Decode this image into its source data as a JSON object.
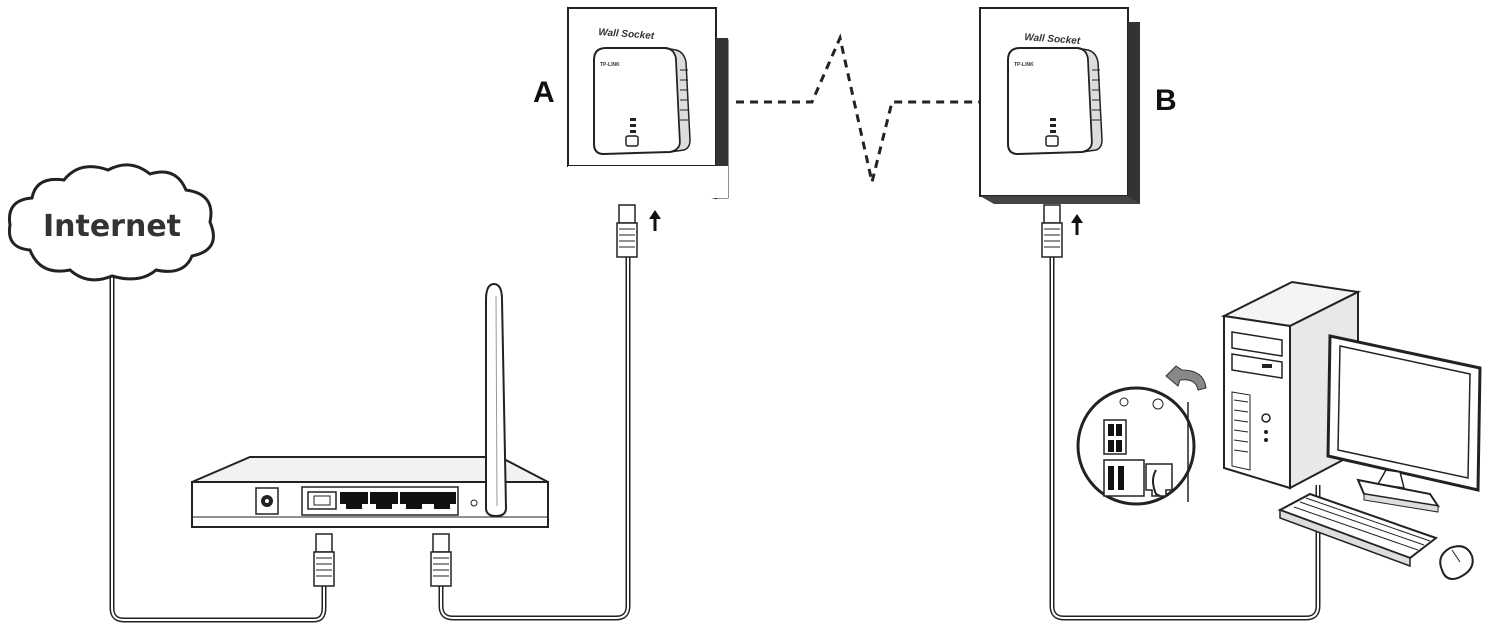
{
  "internet": {
    "label": "Internet"
  },
  "adapter_a": {
    "letter": "A",
    "wall_label": "Wall Socket",
    "brand": "TP-LINK"
  },
  "adapter_b": {
    "letter": "B",
    "wall_label": "Wall Socket",
    "brand": "TP-LINK"
  },
  "colors": {
    "line": "#222222",
    "wall": "#f4f4f4",
    "device": "#ffffff",
    "cloud": "#ffffff"
  },
  "icons": [
    "cloud-icon",
    "router-icon",
    "antenna-icon",
    "powerline-adapter-icon",
    "ethernet-plug-icon",
    "arrow-up-icon",
    "computer-tower-icon",
    "monitor-icon",
    "keyboard-icon",
    "mouse-icon",
    "port-zoom-icon",
    "curved-arrow-icon"
  ]
}
